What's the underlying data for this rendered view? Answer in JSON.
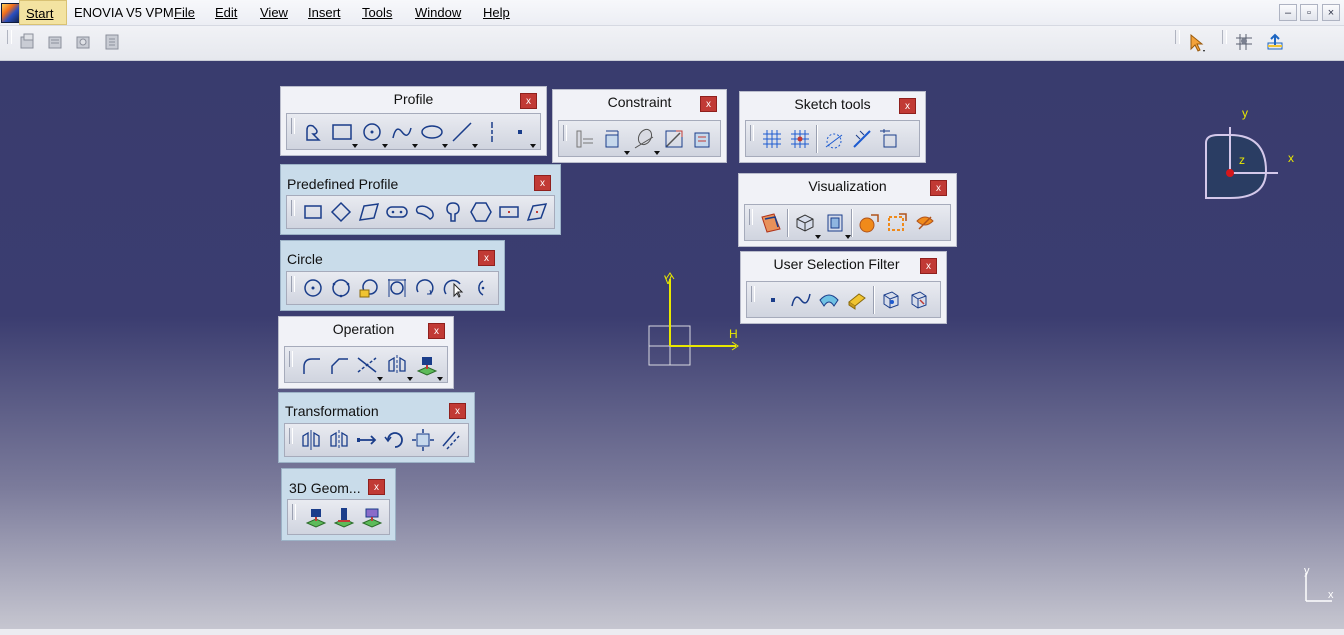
{
  "menubar": {
    "items": [
      "Start",
      "ENOVIA V5 VPM",
      "File",
      "Edit",
      "View",
      "Insert",
      "Tools",
      "Window",
      "Help"
    ],
    "window_buttons": [
      "–",
      "▫",
      "×"
    ]
  },
  "toolbars": {
    "profile": {
      "title": "Profile",
      "close": "x"
    },
    "constraint": {
      "title": "Constraint",
      "close": "x"
    },
    "sketch_tools": {
      "title": "Sketch tools",
      "close": "x"
    },
    "predefined_profile": {
      "title": "Predefined Profile",
      "close": "x"
    },
    "visualization": {
      "title": "Visualization",
      "close": "x"
    },
    "circle": {
      "title": "Circle",
      "close": "x"
    },
    "user_selection_filter": {
      "title": "User Selection Filter",
      "close": "x"
    },
    "operation": {
      "title": "Operation",
      "close": "x"
    },
    "transformation": {
      "title": "Transformation",
      "close": "x"
    },
    "geometry_3d": {
      "title": "3D Geom...",
      "close": "x"
    }
  },
  "sketch_axes": {
    "v": "V",
    "h": "H"
  },
  "compass": {
    "x": "x",
    "y": "y",
    "z": "z"
  },
  "corner_axes": {
    "x": "x",
    "y": "y"
  },
  "colors": {
    "viewport_top": "#393c6e",
    "viewport_bottom": "#c6c6d0",
    "axis": "#e8e800",
    "close": "#c13a35"
  }
}
